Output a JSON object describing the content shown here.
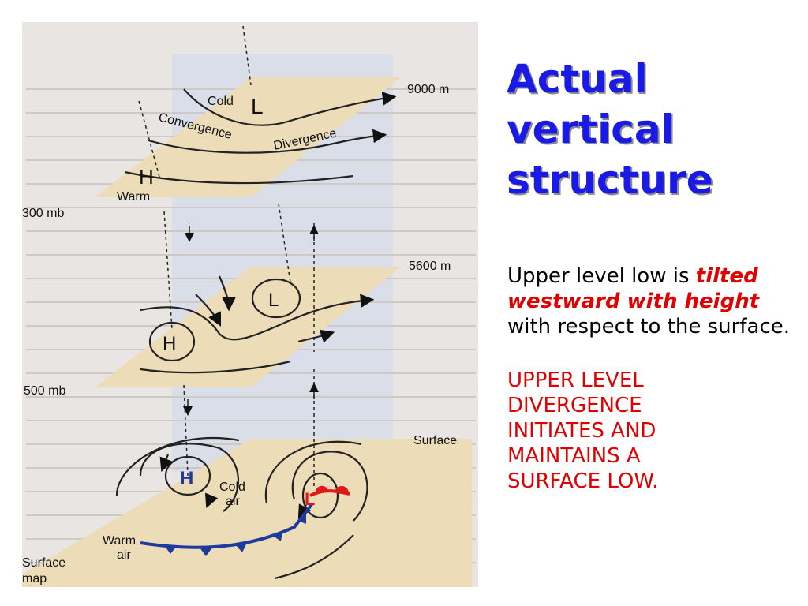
{
  "slide": {
    "title_lines": [
      "Actual",
      "vertical",
      "structure"
    ],
    "body": {
      "part1": "Upper level low is",
      "emphasis": "tilted westward with height",
      "part2": "with respect to the surface."
    },
    "caps_lines": [
      "UPPER LEVEL",
      "DIVERGENCE",
      "INITIATES AND",
      "MAINTAINS A",
      "SURFACE LOW."
    ]
  },
  "figure": {
    "level_labels": {
      "top_height": "9000 m",
      "top_pressure": "300 mb",
      "mid_height": "5600 m",
      "mid_pressure": "500 mb",
      "surface": "Surface",
      "surface_map_line1": "Surface",
      "surface_map_line2": "map"
    },
    "top_plane": {
      "cold": "Cold",
      "low": "L",
      "convergence": "Convergence",
      "divergence": "Divergence",
      "high": "H",
      "warm": "Warm"
    },
    "mid_plane": {
      "low": "L",
      "high": "H"
    },
    "surface_plane": {
      "high": "H",
      "cold_line1": "Cold",
      "cold_line2": "air",
      "warm_line1": "Warm",
      "warm_line2": "air",
      "low": "L"
    },
    "colors": {
      "plane": "#ecdcb8",
      "page": "#e9e5e3",
      "blue_band": "#d4dcea",
      "cold_front": "#1e3a9e",
      "warm_front": "#e01818",
      "text_blue": "#1a1ae6",
      "text_red": "#e00000"
    }
  }
}
